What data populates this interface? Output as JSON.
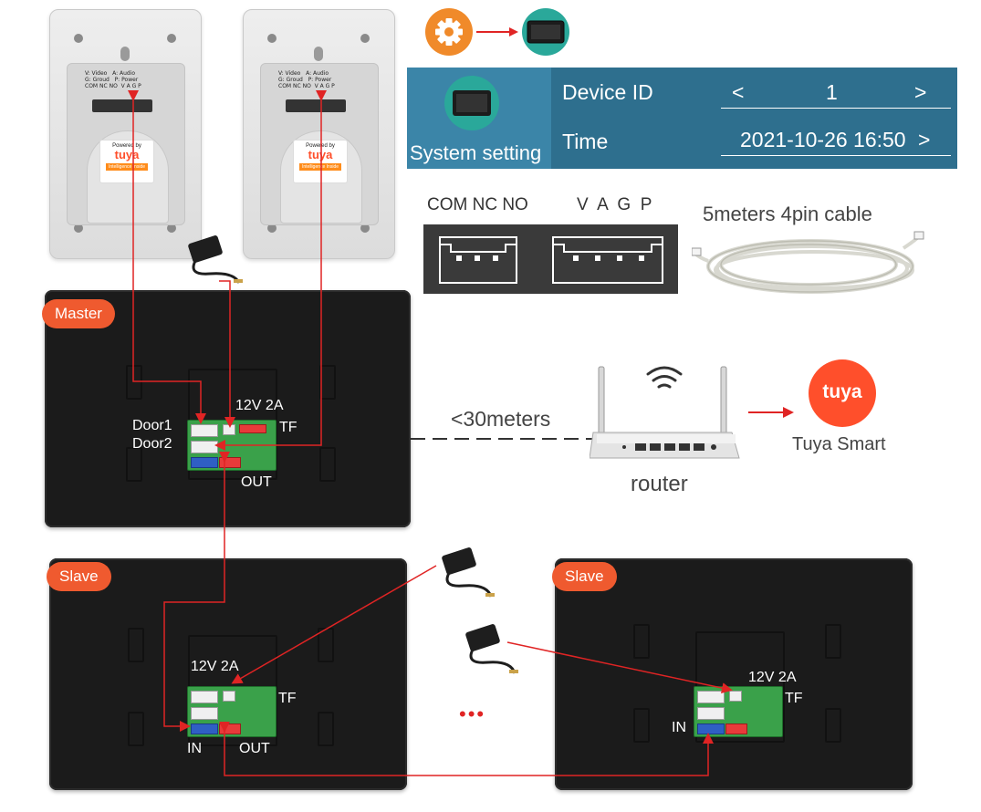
{
  "settings": {
    "panel_label": "System setting",
    "device_id_label": "Device ID",
    "device_id_prev": "<",
    "device_id_value": "1",
    "device_id_next": ">",
    "time_label": "Time",
    "time_value": "2021-10-26 16:50",
    "time_next": ">"
  },
  "connectors": {
    "lock_pins": "COM NC NO",
    "signal_pins": "V  A  G  P"
  },
  "cable": {
    "label": "5meters 4pin cable"
  },
  "outdoor_legend": "V: Video   A: Audio\nG: Groud   P: Power\nCOM NC NO  V A G P",
  "outdoor_badge": {
    "powered_by": "Powered by",
    "brand": "tuya",
    "sub": "Intelligence Inside"
  },
  "master": {
    "tag": "Master",
    "door1": "Door1",
    "door2": "Door2",
    "power": "12V 2A",
    "tf": "TF",
    "out": "OUT"
  },
  "network": {
    "distance": "<30meters",
    "router": "router",
    "app_brand": "tuya",
    "app_name": "Tuya Smart"
  },
  "slave1": {
    "tag": "Slave",
    "power": "12V 2A",
    "tf": "TF",
    "in": "IN",
    "out": "OUT"
  },
  "slave2": {
    "tag": "Slave",
    "power": "12V 2A",
    "tf": "TF",
    "in": "IN"
  },
  "ellipsis": "•••",
  "colors": {
    "accent": "#ef5a2f",
    "wire": "#e02424",
    "panel": "#2e6f8e",
    "tuya": "#ff4f2b"
  }
}
